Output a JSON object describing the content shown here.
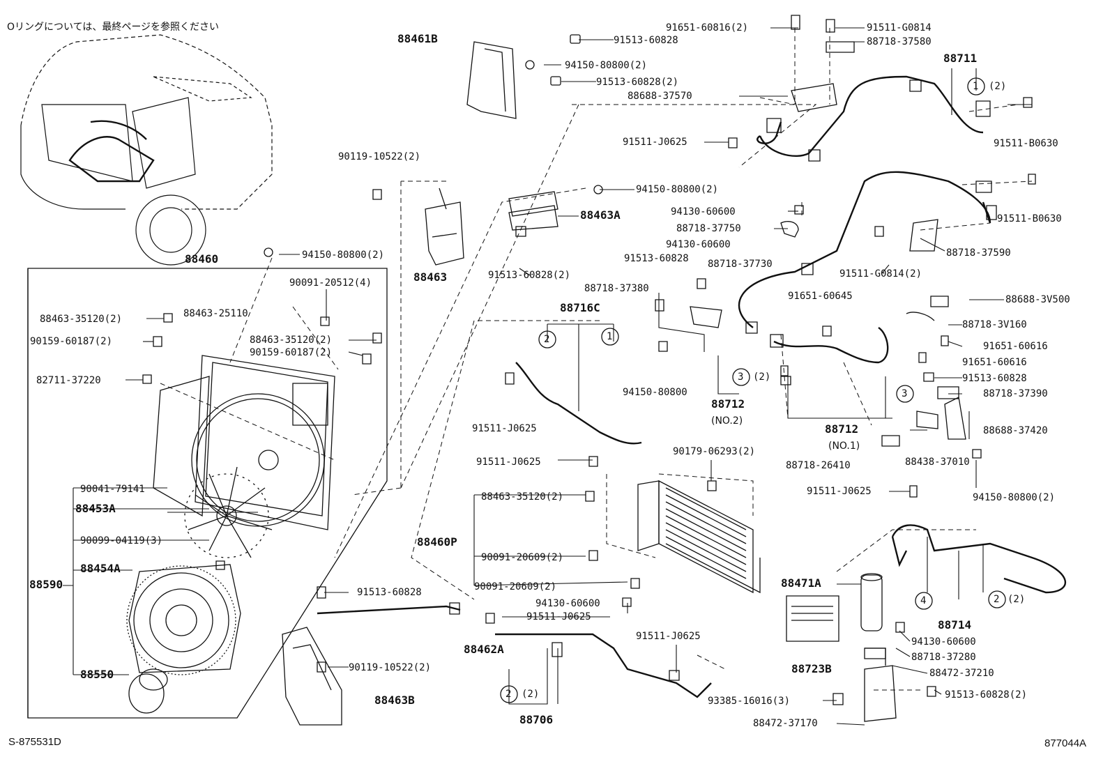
{
  "note": "Oリングについては、最終ページを参照ください",
  "footer": {
    "left": "S-875531D",
    "right": "877044A"
  },
  "labels": {
    "l88461B": "88461B",
    "l91513_60828_a": "91513-60828",
    "l94150_80800_2a": "94150-80800(2)",
    "l91513_60828_2a": "91513-60828(2)",
    "l91651_60816_2": "91651-60816(2)",
    "l91511_G0814": "91511-G0814",
    "l88718_37580": "88718-37580",
    "l88711": "88711",
    "c1_2": "(2)",
    "l88688_37570": "88688-37570",
    "l91511_J0625_a": "91511-J0625",
    "l91511_B0630_a": "91511-B0630",
    "l90119_10522_2a": "90119-10522(2)",
    "l94150_80800_2b": "94150-80800(2)",
    "l88463A": "88463A",
    "l91511_B0630_b": "91511-B0630",
    "l94130_60600_a": "94130-60600",
    "l88718_37750": "88718-37750",
    "l94130_60600_b": "94130-60600",
    "l88718_37590": "88718-37590",
    "l88460": "88460",
    "l94150_80800_2c": "94150-80800(2)",
    "l91513_60828_2b": "91513-60828(2)",
    "l91513_60828_b": "91513-60828",
    "l88718_37730": "88718-37730",
    "l91511_G0814_2": "91511-G0814(2)",
    "l88463": "88463",
    "l90091_20512_4": "90091-20512(4)",
    "l88718_37380": "88718-37380",
    "l88716C": "88716C",
    "l91651_60645": "91651-60645",
    "l88688_3V500": "88688-3V500",
    "l88463_35120_2a": "88463-35120(2)",
    "l88463_25110": "88463-25110",
    "l90159_60187_2a": "90159-60187(2)",
    "l88463_35120_2b": "88463-35120(2)",
    "l90159_60187_2b": "90159-60187(2)",
    "l88718_3V160": "88718-3V160",
    "l91651_60616_a": "91651-60616",
    "l91651_60616_b": "91651-60616",
    "l82711_37220": "82711-37220",
    "l91513_60828_c": "91513-60828",
    "l88718_37390": "88718-37390",
    "l94150_80800": "94150-80800",
    "c3_2": "(2)",
    "l88712_no2": "88712",
    "l88712_no2_sub": "(NO.2)",
    "l88688_37420": "88688-37420",
    "l91511_J0625_b": "91511-J0625",
    "l88712_no1": "88712",
    "l88712_no1_sub": "(NO.1)",
    "l88718_26410": "88718-26410",
    "l88438_37010": "88438-37010",
    "l90179_06293_2": "90179-06293(2)",
    "l91511_J0625_c": "91511-J0625",
    "l91511_J0625_d": "91511-J0625",
    "l90041_79141": "90041-79141",
    "l88453A": "88453A",
    "l88463_35120_2c": "88463-35120(2)",
    "l94150_80800_2d": "94150-80800(2)",
    "l90099_04119_3": "90099-04119(3)",
    "l88460P": "88460P",
    "l88454A": "88454A",
    "l90091_20609_2a": "90091-20609(2)",
    "l88590": "88590",
    "l90091_20609_2b": "90091-20609(2)",
    "l88471A": "88471A",
    "c2_2a": "(2)",
    "l88714": "88714",
    "l91513_60828_d": "91513-60828",
    "l94130_60600_c": "94130-60600",
    "l91511_J0625_e": "91511-J0625",
    "l94130_60600_d": "94130-60600",
    "l88718_37280": "88718-37280",
    "l88462A": "88462A",
    "l91511_J0625_f": "91511-J0625",
    "l88723B": "88723B",
    "l88472_37210": "88472-37210",
    "l88550": "88550",
    "l90119_10522_2b": "90119-10522(2)",
    "l91513_60828_2c": "91513-60828(2)",
    "l88463B": "88463B",
    "c2_2b": "(2)",
    "l93385_16016_3": "93385-16016(3)",
    "l88706": "88706",
    "l88472_37170": "88472-37170"
  },
  "callouts": {
    "c1": "1",
    "c2": "2",
    "c3": "3",
    "c4": "4"
  }
}
